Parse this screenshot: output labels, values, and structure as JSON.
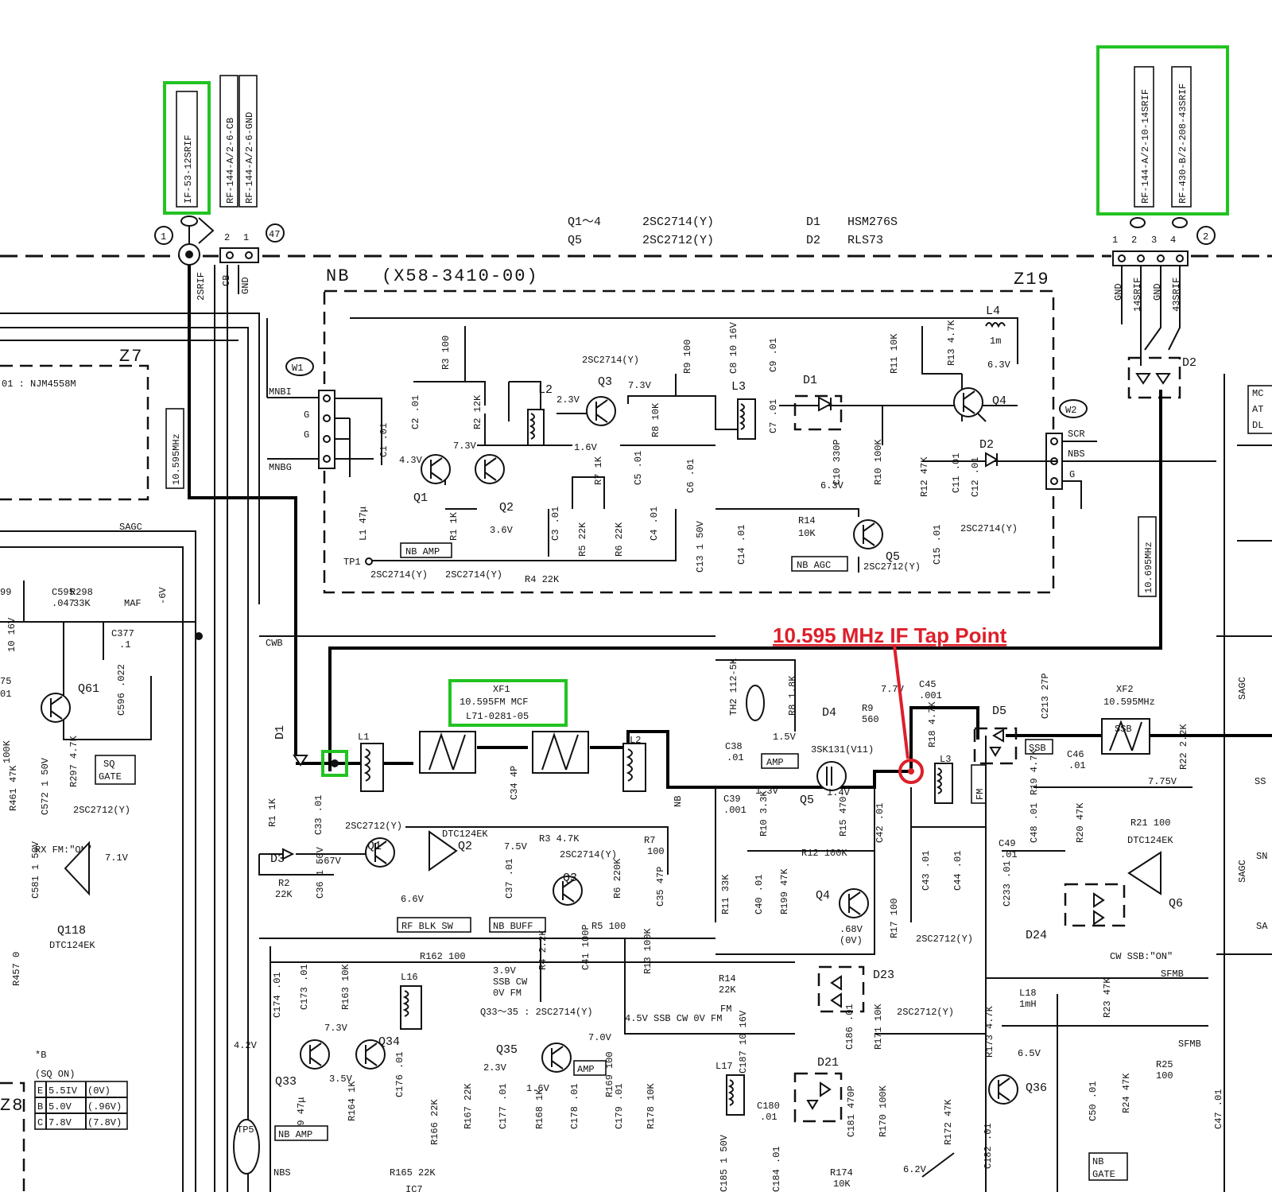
{
  "connectors": {
    "left_title": "IF-53-12SRIF",
    "mid1": "RF-144-A/2-6-CB",
    "mid2": "RF-144-A/2-6-GND",
    "right1": "RF-144-A/2-10-14SRIF",
    "right2": "RF-430-B/2-208-43SRIF",
    "node1": "1",
    "node2": "2",
    "node47": "47",
    "pin2": "2",
    "pin1": "1",
    "pinA": "1",
    "pinB": "2",
    "pinC": "3",
    "pinD": "4",
    "cb": "CB",
    "gnd": "GND",
    "srif": "2SRIF",
    "gnd_a": "GND",
    "srif14": "14SRIF",
    "gnd_b": "GND",
    "srif43": "43SRIF"
  },
  "legend": {
    "l1a": "Q1～4",
    "l1b": "2SC2714(Y)",
    "l2a": "Q5",
    "l2b": "2SC2712(Y)",
    "l3a": "D1",
    "l3b": "HSM276S",
    "l4a": "D2",
    "l4b": "RLS73"
  },
  "nb_block": {
    "title": "NB",
    "code": "(X58-3410-00)",
    "z": "Z19",
    "w1": "W1",
    "w2": "W2",
    "mnbi": "MNBI",
    "mnbg": "MNBG",
    "g1": "G",
    "g2": "G",
    "scr": "SCR",
    "nbs": "NBS",
    "g3": "G",
    "tp1": "TP1",
    "nb_amp": "NB AMP",
    "nb_agc": "NB AGC",
    "q1": "Q1",
    "q2": "Q2",
    "q3": "Q3",
    "q4": "Q4",
    "q5": "Q5",
    "d1": "D1",
    "d2": "D2",
    "l2": "L2",
    "l3": "L3",
    "l4": "L4",
    "v43": "4.3V",
    "v73": "7.3V",
    "v23": "2.3V",
    "v73b": "7.3V",
    "v16": "1.6V",
    "v36": "3.6V",
    "v63": "6.3V",
    "v63b": "6.3V",
    "t_q3": "2SC2714(Y)",
    "t_q1": "2SC2714(Y)",
    "t_q2": "2SC2714(Y)",
    "t_q4": "2SC2714(Y)",
    "t_q5": "2SC2712(Y)",
    "r3": "R3 100",
    "r2": "R2 12K",
    "r1": "R1 1K",
    "r4": "R4 22K",
    "r5": "R5 22K",
    "r6": "R6 22K",
    "r7": "R7 1K",
    "r8": "R8 10K",
    "r9": "R9 100",
    "r10": "R10 100K",
    "r11": "R11 10K",
    "r12": "R12 47K",
    "r13": "R13 4.7K",
    "r14": "R14",
    "r14v": "10K",
    "c1": "C1 .01",
    "c2": "C2 .01",
    "c3": "C3 .01",
    "c4": "C4 .01",
    "c5": "C5 .01",
    "c6": "C6 .01",
    "c7": "C7 .01",
    "c8": "C8 10 16V",
    "c9": "C9 .01",
    "c10": "C10 330P",
    "c11": "C11 .01",
    "c12": "C12 .01",
    "c13": "C13 1 50V",
    "c14": "C14 .01",
    "c15": "C15 .01",
    "l1": "L1 47μ",
    "l4v": "1m"
  },
  "z7": {
    "title": "Z7",
    "ic": "01 : NJM4558M",
    "freq": "10.595MHz"
  },
  "right_side": {
    "d2": "D2",
    "freq": "10.695MHz",
    "mc": "MC",
    "at": "AT",
    "dl": "DL",
    "sagc": "SAGC",
    "ss": "SS",
    "sn": "SN",
    "sa": "SA"
  },
  "left_side": {
    "sagc": "SAGC",
    "c595": "C595",
    "c595v": ".047",
    "r298": "R298",
    "r298v": "33K",
    "maf": "MAF",
    "c377": "C377",
    "c377v": ".1",
    "v6": "-6V",
    "q61": "Q61",
    "c596": "C596 .022",
    "r297": "R297 4.7K",
    "sq1": "SQ",
    "sq2": "GATE",
    "t_q61": "2SC2712(Y)",
    "c572": "C572 1 50V",
    "r461": "R461 47K",
    "v10": "10 16V",
    "c581": "C581 1 50V",
    "rxfm": "RX FM:\"ON\"",
    "v71": "7.1V",
    "q118": "Q118",
    "t_q118": "DTC124EK",
    "r457": "R457 0",
    "n99": "99",
    "n75": "75",
    "n01": "01",
    "n100k": "100K",
    "z8": "Z8",
    "sqh1": "*B",
    "sqh2": "(SQ ON)",
    "sq_e": "E",
    "sq_e1": "5.5IV",
    "sq_e2": "(0V)",
    "sq_b": "B",
    "sq_b1": "5.0V",
    "sq_b2": "(.96V)",
    "sq_c": "C",
    "sq_c1": "7.8V",
    "sq_c2": "(7.8V)"
  },
  "if_section": {
    "cwb": "CWB",
    "xf1a": "XF1",
    "xf1b": "10.595FM    MCF",
    "xf1c": "L71-0281-05",
    "d1": "D1",
    "l1": "L1",
    "l2": "L2",
    "r1": "R1 1K",
    "c33": "C33 .01",
    "t_q1": "2SC2712(Y)",
    "c34": "C34 4P",
    "nb": "NB",
    "d3": "D3",
    "v67": ".67V",
    "c36": "C36 1 50V",
    "r2": "R2",
    "r2v": "22K",
    "q1": "Q1",
    "v66": "6.6V",
    "rf_blk": "RF BLK SW",
    "q2": "Q2",
    "t_q2": "DTC124EK",
    "v75": "7.5V",
    "r3": "R3  4.7K",
    "t_q3": "2SC2714(Y)",
    "r7": "R7",
    "r7v": "100",
    "c37": "C37 .01",
    "r6": "R6 220K",
    "c35": "C35 47P",
    "q3": "Q3",
    "nb_buff": "NB BUFF",
    "r5": "R5  100",
    "v39a": "3.9V",
    "v39b": "SSB CW",
    "v39c": "0V FM",
    "r4": "R4 2.2K",
    "c41": "C41 100P",
    "r13": "R13 100K",
    "v45": "4.5V SSB CW 0V FM",
    "r14": "R14",
    "r14v": "22K",
    "fm": "FM",
    "th2": "TH2 112-5K",
    "r8": "R8 1.8K",
    "c38": "C38",
    "c38v": ".01",
    "v15": "1.5V",
    "amp": "AMP",
    "d4": "D4",
    "r9": "R9",
    "r9v": "560",
    "q5t": "3SK131(V11)",
    "c39": "C39",
    "c39v": ".001",
    "v13": "1.3V",
    "q5": "Q5",
    "v14": "1.4V",
    "r10": "R10 3.3K",
    "r15": "R15 470",
    "c42": "C42 .01",
    "r12": "R12  100K",
    "r11": "R11 33K",
    "c40": "C40 .01",
    "r199": "R199 47K",
    "q4": "Q4",
    "v068": ".68V",
    "v0": "(0V)",
    "r17": "R17 100",
    "c43": "C43 .01",
    "c44": "C44 .01",
    "t_q4": "2SC2712(Y)",
    "v77": "7.7V",
    "c45": "C45",
    "c45v": ".001",
    "r18": "R18 4.7K",
    "l3": "L3",
    "tap": "10.595 MHz IF Tap Point",
    "d5": "D5",
    "c213": "C213 27P",
    "ssb": "SSB",
    "fm2": "FM",
    "c46": "C46",
    "c46v": ".01",
    "xf2a": "XF2",
    "xf2b": "10.595MHz",
    "xf2c": "SSB",
    "r22": "R22 2.2K",
    "v775": "7.75V",
    "r19": "R19 4.7K",
    "c48": "C48 .01",
    "r20": "R20 47K",
    "r21": "R21  100",
    "t_q6": "DTC124EK",
    "c49": "C49",
    "c49v": ".01",
    "c233": "C233 .01",
    "q6": "Q6",
    "d24": "D24",
    "cwssb": "CW SSB:\"ON\"",
    "sfmb": "SFMB",
    "r23": "R23 47K",
    "sagc": "SAGC",
    "d23": "D23"
  },
  "lower_section": {
    "r162": "R162  100",
    "c174": "C174 .01",
    "c173": "C173 .01",
    "r163": "R163 10K",
    "l16": "L16",
    "v73": "7.3V",
    "q34": "Q34",
    "v42": "4.2V",
    "q33": "Q33",
    "v35": "3.5V",
    "r164": "R164 1K",
    "l19": "L19 47μ",
    "nb_amp": "NB AMP",
    "tp5": "TP5",
    "nbs": "NBS",
    "r165": "R165  22K",
    "c176": "C176 .01",
    "r166": "R166 22K",
    "r167": "R167 22K",
    "c177": "C177 .01",
    "q3335": "Q33～35 : 2SC2714(Y)",
    "q35": "Q35",
    "v70": "7.0V",
    "v23": "2.3V",
    "amp": "AMP",
    "v16": "1.6V",
    "r168": "R168 1K",
    "c178": "C178 .01",
    "r169": "R169 100",
    "c179": "C179 .01",
    "r178": "R178 10K",
    "l17": "L17",
    "c187": "C187 10 16V",
    "d21": "D21",
    "c180": "C180",
    "c180v": ".01",
    "c186": "C186 .01",
    "c181": "C181 470P",
    "r171": "R171 10K",
    "r170": "R170 100K",
    "t_q36": "2SC2712(Y)",
    "l18": "L18",
    "l18v": "1mH",
    "r173": "R173 4.7K",
    "v65": "6.5V",
    "q36": "Q36",
    "r172": "R172 47K",
    "c182": "C182 .01",
    "c185": "C185 1 50V",
    "c184": "C184 .01",
    "r174": "R174",
    "r174v": "10K",
    "v62": "6.2V",
    "ic7": "IC7",
    "c50": "C50 .01",
    "r24": "R24 47K",
    "r25": "R25",
    "r25v": "100",
    "sfmb": "SFMB",
    "c47": "C47 .01",
    "nbg1": "NB",
    "nbg2": "GATE"
  }
}
